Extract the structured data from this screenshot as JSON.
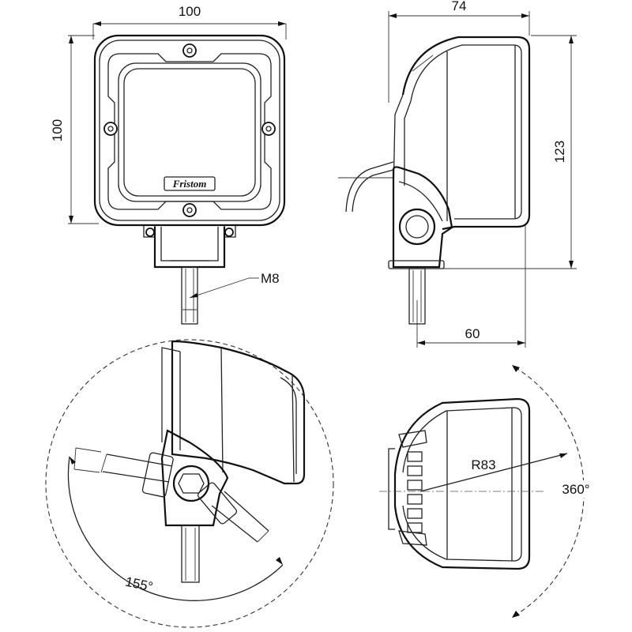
{
  "brand_label": "Fristom",
  "dimensions": {
    "front_width": "100",
    "front_height": "100",
    "side_depth": "74",
    "side_height": "123",
    "bracket_offset": "60",
    "thread": "M8",
    "radius": "R83",
    "tilt_angle": "155°",
    "rotation_angle": "360°"
  }
}
